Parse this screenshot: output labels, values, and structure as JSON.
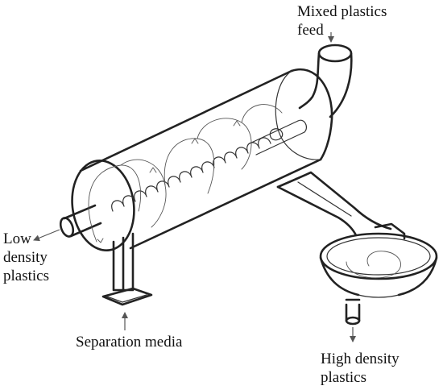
{
  "labels": {
    "feed": [
      "Mixed plastics",
      "feed"
    ],
    "low_density": [
      "Low",
      "density",
      "plastics"
    ],
    "separation_media": "Separation media",
    "high_density": [
      "High density",
      "plastics"
    ]
  },
  "colors": {
    "ink": "#222222",
    "arrow": "#555555",
    "background": "#ffffff"
  }
}
